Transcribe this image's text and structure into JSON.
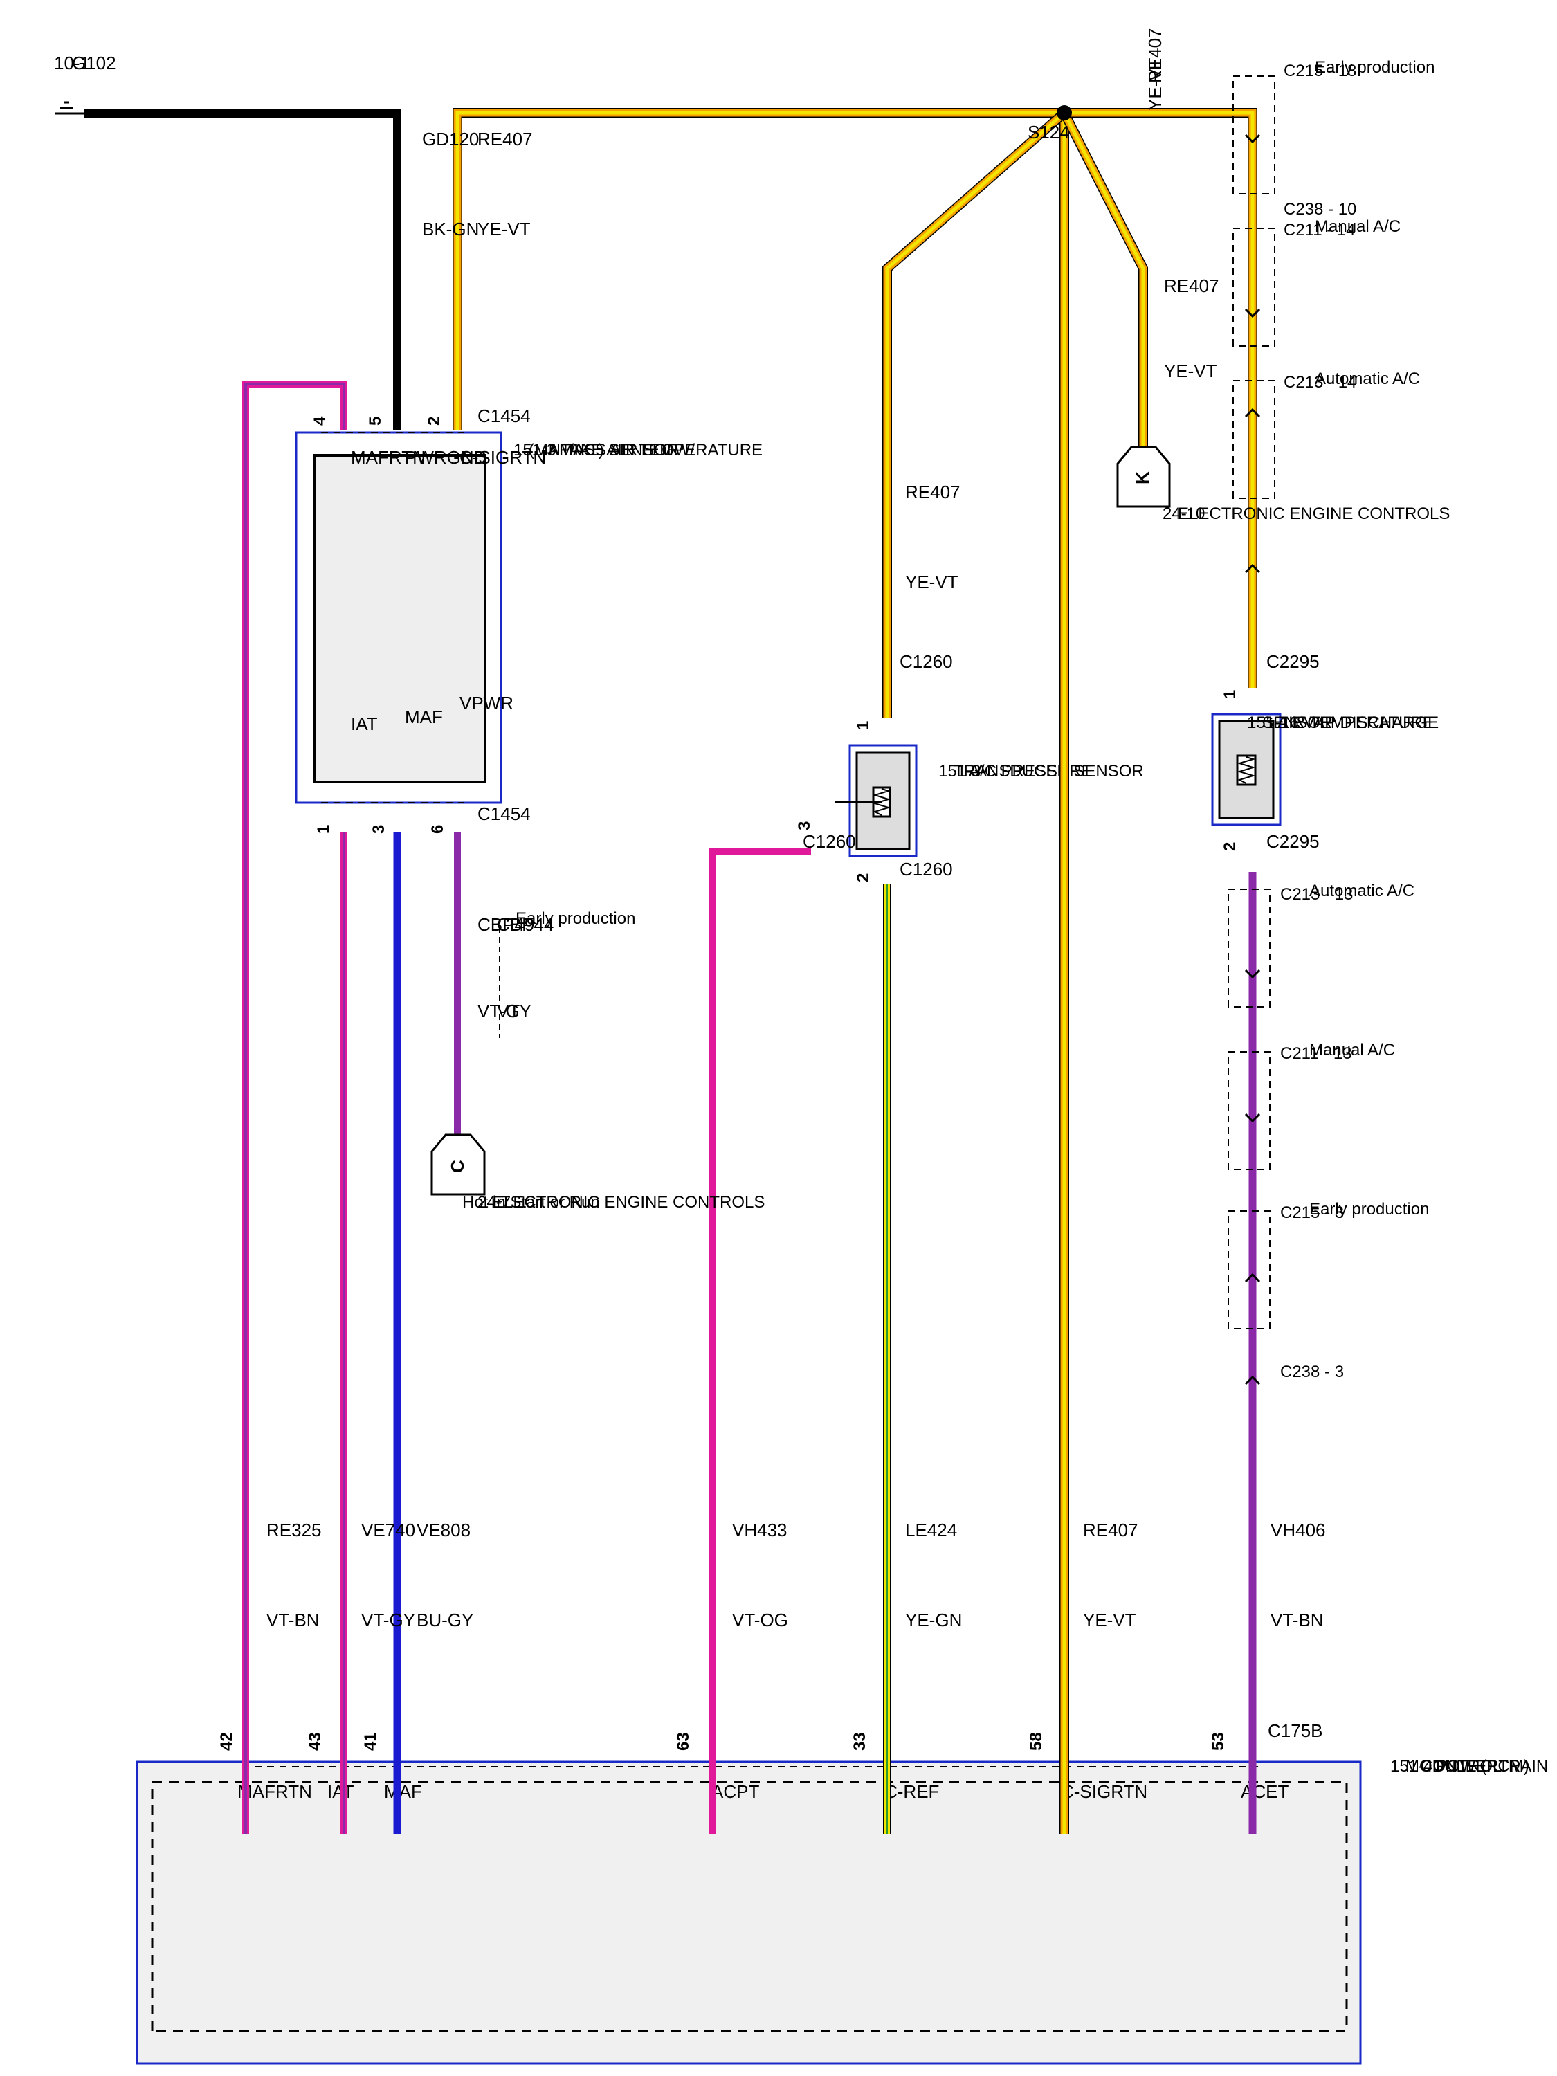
{
  "colors": {
    "black": "#000000",
    "yellow": "#f2e600",
    "orange": "#f5a000",
    "red": "#d32020",
    "violet": "#8a2aa8",
    "magenta": "#e0189a",
    "blue": "#1a1ad0",
    "green": "#2a9a2a",
    "box_blue": "#1a28c8",
    "module_fill": "#f0f0f0"
  },
  "ground": {
    "label": "G102",
    "ref": "10-1"
  },
  "splice": {
    "label": "S124"
  },
  "maf_sensor": {
    "name": [
      "MASS AIR FLOW/",
      "INTAKE AIR TEMPERATURE",
      "(MAF/IAT) SENSOR",
      "151-3"
    ],
    "connector_top": "C1454",
    "connector_bottom": "C1454",
    "pins": [
      {
        "num": "2",
        "label": "C-SIGRTN"
      },
      {
        "num": "5",
        "label": "PWRGND"
      },
      {
        "num": "4",
        "label": "MAFRTN"
      },
      {
        "num": "6",
        "label": "VPWR"
      },
      {
        "num": "3",
        "label": "MAF"
      },
      {
        "num": "1",
        "label": "IAT"
      }
    ]
  },
  "ac_sensor": {
    "name": [
      "A/C PRESSURE",
      "TRANSDUCER SENSOR",
      "151-3"
    ],
    "pin1": "1",
    "pin1_conn": "C1260",
    "pin2": "2",
    "pin2_conn": "C1260",
    "pin3": "3",
    "pin3_conn": "C1260"
  },
  "evap_sensor": {
    "name": [
      "EVAP DISCHARGE",
      "AIR TEMPERATURE",
      "SENSOR",
      "151-16"
    ],
    "pin1": "1",
    "pin1_conn": "C2295",
    "pin2": "2",
    "pin2_conn": "C2295"
  },
  "pcm": {
    "name": [
      "POWERTRAIN",
      "CONTROL",
      "MODULE (PCM)",
      "151-4"
    ],
    "connector": "C175B",
    "pins": [
      {
        "num": "42",
        "label": "MAFRTN"
      },
      {
        "num": "43",
        "label": "IAT"
      },
      {
        "num": "41",
        "label": "MAF"
      },
      {
        "num": "63",
        "label": "ACPT"
      },
      {
        "num": "33",
        "label": "C-REF"
      },
      {
        "num": "58",
        "label": "C-SIGRTN"
      },
      {
        "num": "53",
        "label": "ACET"
      }
    ]
  },
  "circuits": {
    "gd120": {
      "code": "GD120",
      "color": "BK-GN"
    },
    "re407": {
      "code": "RE407",
      "color": "YE-VT"
    },
    "re325": {
      "code": "RE325",
      "color": "VT-BN"
    },
    "ve740": {
      "code": "VE740",
      "color": "VT-GY"
    },
    "ve808": {
      "code": "VE808",
      "color": "BU-GY"
    },
    "vh433": {
      "code": "VH433",
      "color": "VT-OG"
    },
    "le424": {
      "code": "LE424",
      "color": "YE-GN"
    },
    "vh406": {
      "code": "VH406",
      "color": "VT-BN"
    },
    "cbp49": {
      "code": "CBP49",
      "color": "VT-GY"
    },
    "cbp44": {
      "code": "CBP44",
      "color": "VT"
    }
  },
  "offpage": {
    "k": {
      "letter": "K",
      "title": "ELECTRONIC ENGINE CONTROLS",
      "ref": "24-10"
    },
    "c": {
      "letter": "C",
      "title": "ELECTRONIC ENGINE CONTROLS",
      "ref": "24-7",
      "note": "Hot in Start or Run"
    }
  },
  "options": {
    "early_production": "Early production",
    "manual_ac": "Manual A/C",
    "automatic_ac": "Automatic A/C"
  },
  "inline_connectors": {
    "c215_18": "C215 - 18",
    "c238_10": "C238 - 10",
    "c211_14": "C211 - 14",
    "c213_14": "C213 - 14",
    "c213_13": "C213 - 13",
    "c211_13": "C211 - 13",
    "c215_3": "C215 - 3",
    "c238_3": "C238 - 3"
  }
}
